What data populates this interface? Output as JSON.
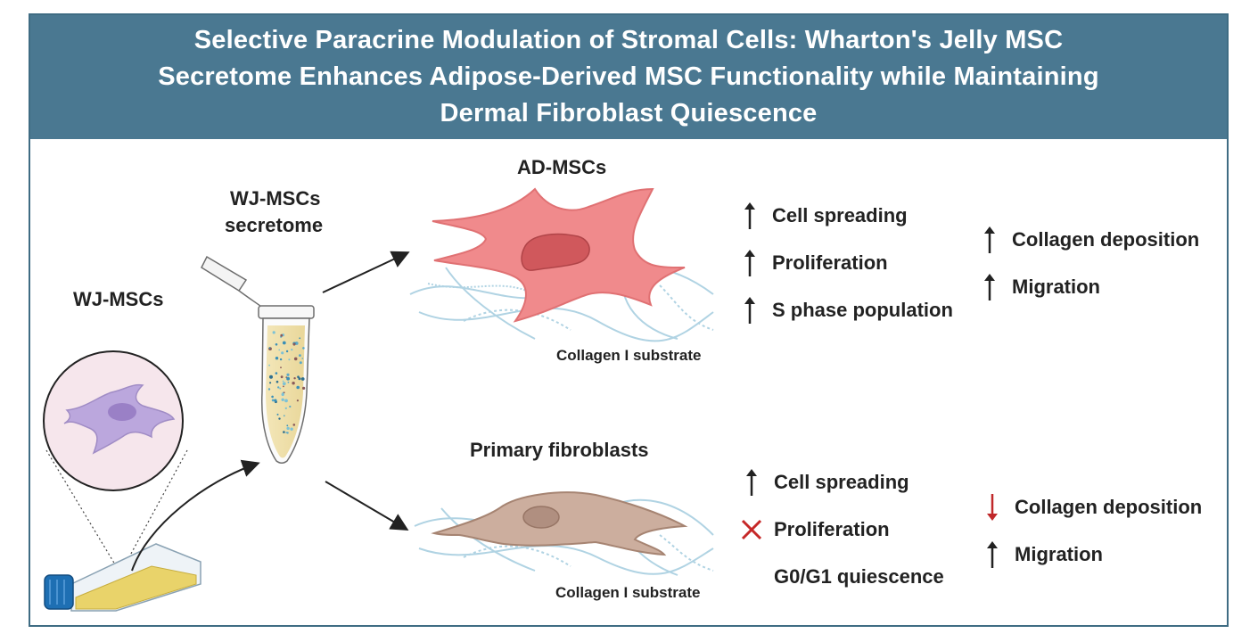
{
  "title_lines": [
    "Selective Paracrine Modulation of Stromal Cells: Wharton's Jelly MSC",
    "Secretome Enhances Adipose-Derived MSC Functionality while Maintaining",
    "Dermal Fibroblast Quiescence"
  ],
  "labels": {
    "wj_mscs": "WJ-MSCs",
    "secretome_line1": "WJ-MSCs",
    "secretome_line2": "secretome",
    "ad_mscs": "AD-MSCs",
    "fibroblasts": "Primary fibroblasts",
    "substrate_top": "Collagen I substrate",
    "substrate_bottom": "Collagen I substrate"
  },
  "ad_effects_col1": [
    {
      "text": "Cell spreading",
      "icon": "up-arrow-icon"
    },
    {
      "text": "Proliferation",
      "icon": "up-arrow-icon"
    },
    {
      "text": "S phase population",
      "icon": "up-arrow-icon"
    }
  ],
  "ad_effects_col2": [
    {
      "text": "Collagen deposition",
      "icon": "up-arrow-icon"
    },
    {
      "text": "Migration",
      "icon": "up-arrow-icon"
    }
  ],
  "fib_effects_col1": [
    {
      "text": "Cell spreading",
      "icon": "up-arrow-icon"
    },
    {
      "text": "Proliferation",
      "icon": "cross-icon"
    },
    {
      "text": "G0/G1 quiescence",
      "icon": "none"
    }
  ],
  "fib_effects_col2": [
    {
      "text": "Collagen deposition",
      "icon": "down-arrow-icon"
    },
    {
      "text": "Migration",
      "icon": "up-arrow-icon"
    }
  ],
  "colors": {
    "banner": "#4a7891",
    "ad_cell": "#f08a8c",
    "ad_nucleus": "#d0585c",
    "wj_cell": "#bba7dd",
    "fib_cell": "#ccae9e",
    "collagen": "#a8cfe0",
    "down_arrow": "#c0282a",
    "cross": "#c62828"
  }
}
